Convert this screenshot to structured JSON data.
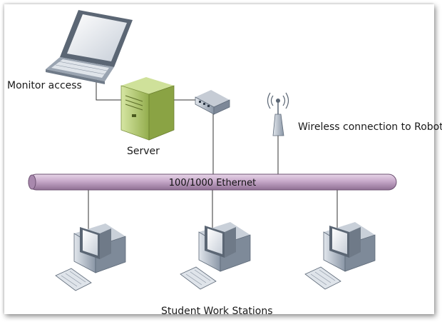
{
  "diagram": {
    "labels": {
      "monitor_access": "Monitor access",
      "server": "Server",
      "wireless": "Wireless connection to Robots",
      "ethernet": "100/1000 Ethernet",
      "student_stations": "Student Work Stations"
    },
    "icons": [
      "laptop-icon",
      "server-tower-icon",
      "network-switch-icon",
      "wireless-antenna-icon",
      "workstation-icon"
    ],
    "colors": {
      "ethernet_bus": "#c6a8c9",
      "server_green": "#b7cf74",
      "device_gray": "#8a96a6"
    }
  }
}
